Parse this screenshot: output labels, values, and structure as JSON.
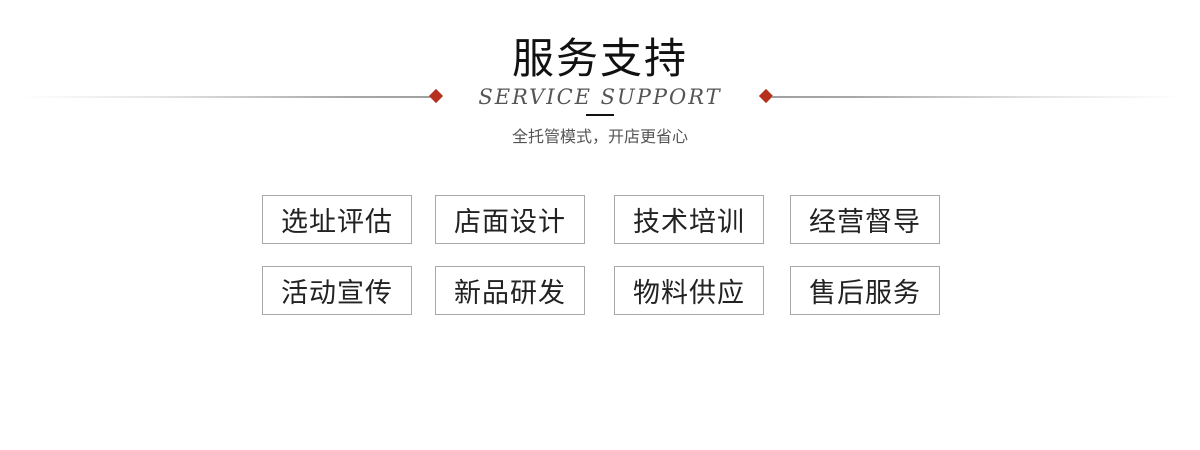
{
  "header": {
    "title": "服务支持",
    "subtitle_en": "SERVICE SUPPORT",
    "tagline": "全托管模式，开店更省心",
    "accent_color": "#b5301d"
  },
  "services": {
    "row1": [
      {
        "label": "选址评估"
      },
      {
        "label": "店面设计"
      },
      {
        "label": "技术培训"
      },
      {
        "label": "经营督导"
      }
    ],
    "row2": [
      {
        "label": "活动宣传"
      },
      {
        "label": "新品研发"
      },
      {
        "label": "物料供应"
      },
      {
        "label": "售后服务"
      }
    ]
  }
}
